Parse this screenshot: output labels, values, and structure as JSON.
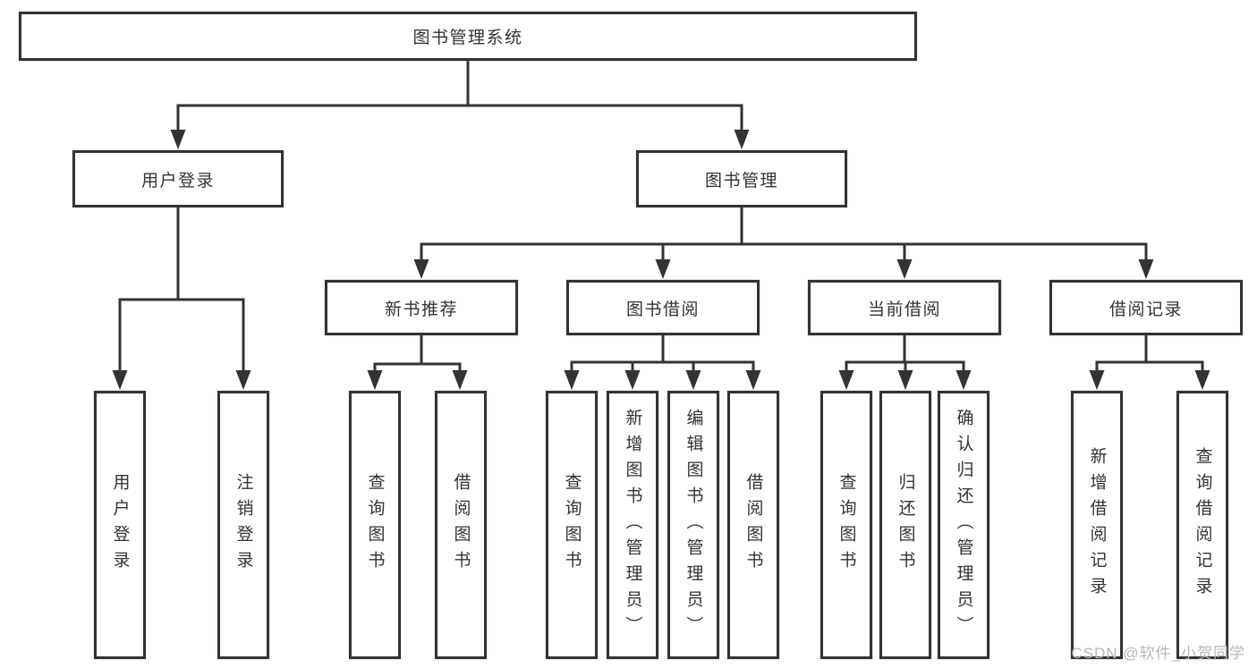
{
  "diagram": {
    "root": {
      "label": "图书管理系统",
      "children": [
        {
          "label": "用户登录",
          "children": [
            {
              "label": "用户登录"
            },
            {
              "label": "注销登录"
            }
          ]
        },
        {
          "label": "图书管理",
          "children": [
            {
              "label": "新书推荐",
              "children": [
                {
                  "label": "查询图书"
                },
                {
                  "label": "借阅图书"
                }
              ]
            },
            {
              "label": "图书借阅",
              "children": [
                {
                  "label": "查询图书"
                },
                {
                  "label": "新增图书（管理员）"
                },
                {
                  "label": "编辑图书（管理员）"
                },
                {
                  "label": "借阅图书"
                }
              ]
            },
            {
              "label": "当前借阅",
              "children": [
                {
                  "label": "查询图书"
                },
                {
                  "label": "归还图书"
                },
                {
                  "label": "确认归还（管理员）"
                }
              ]
            },
            {
              "label": "借阅记录",
              "children": [
                {
                  "label": "新增借阅记录"
                },
                {
                  "label": "查询借阅记录"
                }
              ]
            }
          ]
        }
      ]
    },
    "watermark": "CSDN @软件_小贺同学",
    "colors": {
      "line": "#333333",
      "box_border": "#333333",
      "box_background": "#ffffff",
      "text": "#333333",
      "watermark": "#b8b8b8"
    }
  }
}
